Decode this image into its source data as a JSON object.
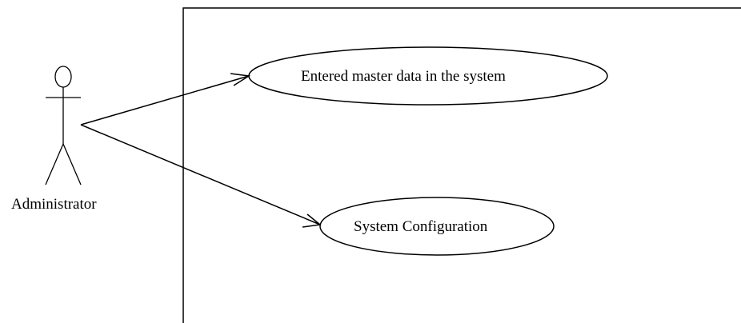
{
  "actor": {
    "name": "Administrator"
  },
  "use_cases": [
    {
      "label": "Entered master data in the system"
    },
    {
      "label": "System Configuration"
    }
  ],
  "colors": {
    "stroke": "#000000",
    "background": "#ffffff"
  }
}
